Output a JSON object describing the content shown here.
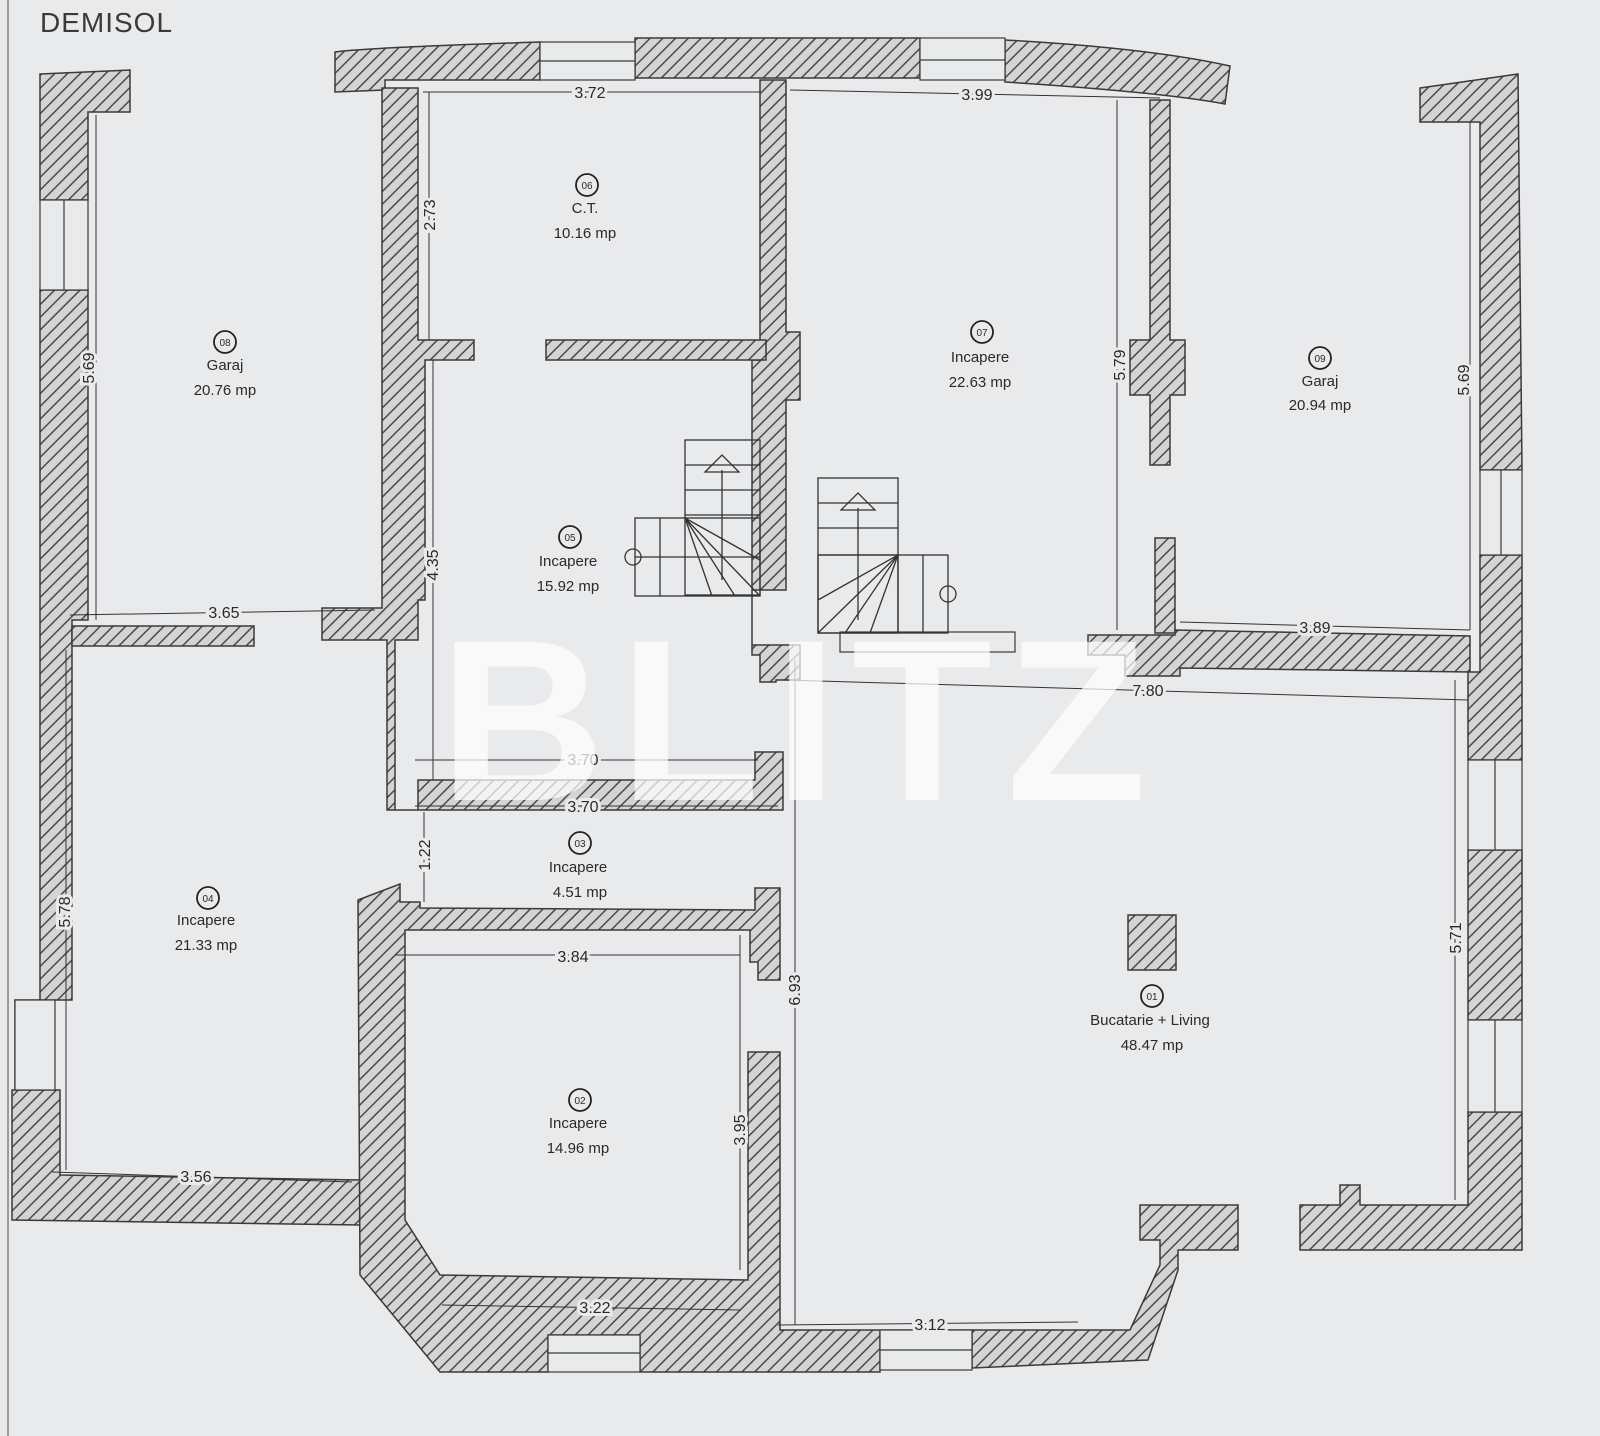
{
  "plan": {
    "title": "DEMISOL",
    "watermark": "BLITZ"
  },
  "rooms": [
    {
      "number": "01",
      "name": "Bucatarie + Living",
      "area": "48.47 mp"
    },
    {
      "number": "02",
      "name": "Incapere",
      "area": "14.96 mp"
    },
    {
      "number": "03",
      "name": "Incapere",
      "area": "4.51 mp"
    },
    {
      "number": "04",
      "name": "Incapere",
      "area": "21.33 mp"
    },
    {
      "number": "05",
      "name": "Incapere",
      "area": "15.92 mp"
    },
    {
      "number": "06",
      "name": "C.T.",
      "area": "10.16 mp"
    },
    {
      "number": "07",
      "name": "Incapere",
      "area": "22.63 mp"
    },
    {
      "number": "08",
      "name": "Garaj",
      "area": "20.76 mp"
    },
    {
      "number": "09",
      "name": "Garaj",
      "area": "20.94 mp"
    }
  ],
  "dimensions": [
    "3.72",
    "3.99",
    "2.73",
    "5.69",
    "5.79",
    "5.69",
    "4.35",
    "3.65",
    "3.89",
    "7.80",
    "3.70",
    "3.70",
    "1.22",
    "5.78",
    "3.84",
    "6.93",
    "5.71",
    "3.95",
    "3.56",
    "3.22",
    "3.12"
  ],
  "colors": {
    "paper": "#e9eaec",
    "wall_fill": "#cfcfcf",
    "wall_stroke": "#3a3a3a",
    "hatch": "#4a4a4a",
    "line": "#333333"
  }
}
